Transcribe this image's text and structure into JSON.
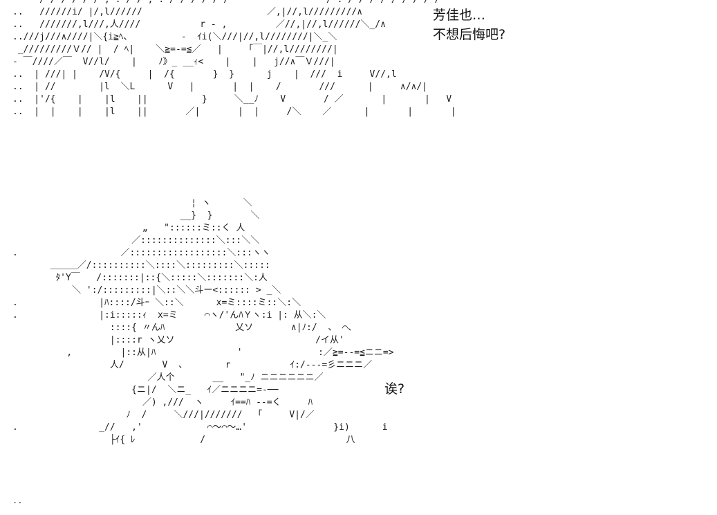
{
  "panels": {
    "top": {
      "art_lines": [
        "     / / / / / / , . / / , . / / / / / /                  / . / / / / / / / / /",
        "..   //////i/ |/,l//////                       ／,|//,l/////////∧",
        "..   ///////,l///,人////           r ‐ ,         ／//,|//,l//////＼_/∧",
        "..///j///∧////|＼{i≧ﾍ、         ‐  ｲi(＼///|//,l////////|＼_＼",
        " _/////////Ｖ// |  / ﾍ|    ＼≧=‐=≦／   |    「￣|//,l////////|",
        "- ￣////／￣  V//l/    |    ﾉ》_ __ｨ<    |    |   j//∧￣Ｖ///|",
        "..  | ///| |    /V/{     |  /{       }  }      j    |  ///  i     V//,l",
        "..  | //        |l  ＼L      V   |       |  |    /       ///      |     ∧/∧/|",
        "..  |'/{    |    |l    ||          }     ＼__ﾉ    V       / ／       |       |   V",
        "..  |  |    |    |l    ||       ／|       |  |     /＼    ／      |       |       |"
      ],
      "speech": [
        "芳佳也…",
        "不想后悔吧?"
      ]
    },
    "bottom": {
      "art_lines": [
        "                                 ¦ ヽ      ＼",
        "                               __}  }       ＼",
        "                        „   \"::::::ミ::く 人",
        "                      ／::::::::::::::＼:::＼＼",
        ".                   ／::::::::::::::::::＼:::ヽヽ",
        "       ＿＿＿／/::::::::::＼::::＼:::::::::＼:::::",
        "        ﾀ'Y￣   /:::::::|::{＼:::::＼:::::::＼:人",
        "           ＼ ':/:::::::::|＼::＼＼斗ー<:::::: > _＼",
        ".               |ﾊ::::/斗ｰ ＼::＼      x=ミ::::ミ::＼:＼",
        ".               |:i:::::ｨ  x=ミ     ⌒ヽ/'んﾊＹヽ:i |: 从＼:＼",
        "                  ::::{ 〃んﾊ             乂ソ       ∧|ﾉ:/  、 ⌒、",
        "                  |::::r ヽ乂ソ                          /イ从'",
        "          ,         |::从|ﾊ               '              :／≧=‐‐=≦ニニ=>",
        "                  人/       V  、       r           ｲ:/‐‐‐=彡ニニニ／",
        "                         ／人个       __   \"_ﾉ ニニニニニニ／",
        "                      {ニ|/  ＼ニ_   ｲ／ニニニニ=‐──",
        "                        ／) ,///  ヽ     ｲ==ﾊ ‐‐=く     ﾊ",
        "                     ﾉ  /     ＼///|///////  「     V|/／",
        ".               _//   ,'            ⌒〜⌒〜…'                }i)      i",
        "                  ├ｲ{ ﾚ            /                          八"
      ],
      "speech": [
        "诶?"
      ]
    },
    "footer_mark": ".."
  }
}
